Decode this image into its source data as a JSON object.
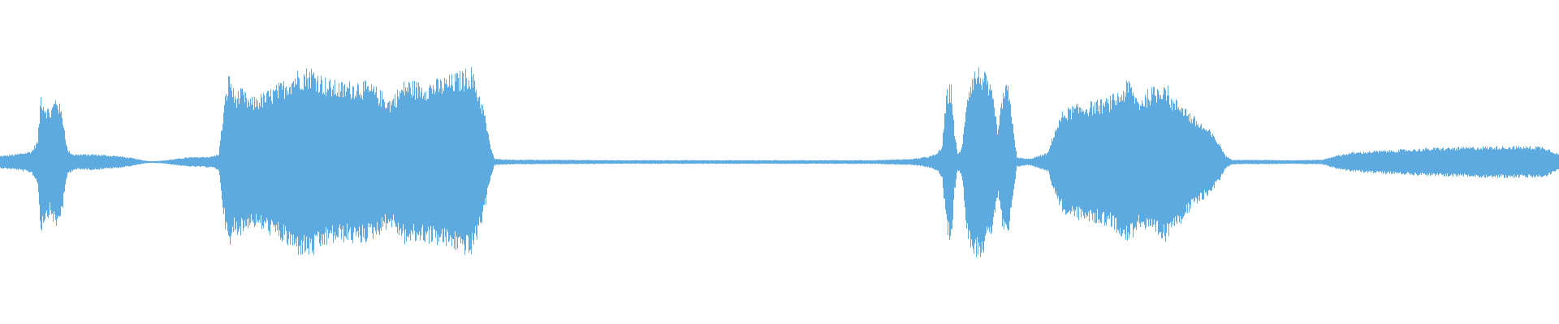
{
  "waveform": {
    "color": "#5DAAE0",
    "background": "#FFFFFF",
    "amplitude_envelope": [
      [
        0.0,
        0.04
      ],
      [
        0.01,
        0.05
      ],
      [
        0.02,
        0.07
      ],
      [
        0.024,
        0.14
      ],
      [
        0.026,
        0.45
      ],
      [
        0.028,
        0.38
      ],
      [
        0.032,
        0.33
      ],
      [
        0.036,
        0.43
      ],
      [
        0.04,
        0.3
      ],
      [
        0.043,
        0.08
      ],
      [
        0.047,
        0.05
      ],
      [
        0.06,
        0.05
      ],
      [
        0.075,
        0.04
      ],
      [
        0.085,
        0.025
      ],
      [
        0.092,
        0.01
      ],
      [
        0.097,
        0.005
      ],
      [
        0.105,
        0.01
      ],
      [
        0.12,
        0.03
      ],
      [
        0.135,
        0.035
      ],
      [
        0.14,
        0.05
      ],
      [
        0.144,
        0.4
      ],
      [
        0.147,
        0.58
      ],
      [
        0.15,
        0.44
      ],
      [
        0.155,
        0.46
      ],
      [
        0.16,
        0.4
      ],
      [
        0.17,
        0.44
      ],
      [
        0.18,
        0.5
      ],
      [
        0.19,
        0.58
      ],
      [
        0.2,
        0.6
      ],
      [
        0.21,
        0.52
      ],
      [
        0.22,
        0.5
      ],
      [
        0.23,
        0.52
      ],
      [
        0.24,
        0.48
      ],
      [
        0.25,
        0.4
      ],
      [
        0.26,
        0.52
      ],
      [
        0.27,
        0.5
      ],
      [
        0.28,
        0.52
      ],
      [
        0.29,
        0.55
      ],
      [
        0.298,
        0.58
      ],
      [
        0.302,
        0.6
      ],
      [
        0.306,
        0.48
      ],
      [
        0.31,
        0.35
      ],
      [
        0.314,
        0.12
      ],
      [
        0.317,
        0.02
      ],
      [
        0.33,
        0.015
      ],
      [
        0.4,
        0.012
      ],
      [
        0.5,
        0.012
      ],
      [
        0.56,
        0.012
      ],
      [
        0.585,
        0.02
      ],
      [
        0.595,
        0.035
      ],
      [
        0.6,
        0.05
      ],
      [
        0.604,
        0.1
      ],
      [
        0.607,
        0.45
      ],
      [
        0.61,
        0.5
      ],
      [
        0.612,
        0.2
      ],
      [
        0.614,
        0.05
      ],
      [
        0.617,
        0.1
      ],
      [
        0.62,
        0.45
      ],
      [
        0.624,
        0.58
      ],
      [
        0.628,
        0.6
      ],
      [
        0.632,
        0.55
      ],
      [
        0.636,
        0.45
      ],
      [
        0.64,
        0.2
      ],
      [
        0.643,
        0.45
      ],
      [
        0.646,
        0.5
      ],
      [
        0.649,
        0.3
      ],
      [
        0.652,
        0.03
      ],
      [
        0.66,
        0.02
      ],
      [
        0.666,
        0.04
      ],
      [
        0.672,
        0.06
      ],
      [
        0.676,
        0.2
      ],
      [
        0.682,
        0.33
      ],
      [
        0.69,
        0.36
      ],
      [
        0.7,
        0.38
      ],
      [
        0.71,
        0.4
      ],
      [
        0.718,
        0.45
      ],
      [
        0.724,
        0.52
      ],
      [
        0.73,
        0.4
      ],
      [
        0.737,
        0.46
      ],
      [
        0.742,
        0.48
      ],
      [
        0.747,
        0.52
      ],
      [
        0.752,
        0.4
      ],
      [
        0.758,
        0.38
      ],
      [
        0.764,
        0.3
      ],
      [
        0.77,
        0.25
      ],
      [
        0.776,
        0.2
      ],
      [
        0.782,
        0.12
      ],
      [
        0.786,
        0.04
      ],
      [
        0.79,
        0.015
      ],
      [
        0.83,
        0.012
      ],
      [
        0.848,
        0.015
      ],
      [
        0.856,
        0.04
      ],
      [
        0.866,
        0.06
      ],
      [
        0.88,
        0.07
      ],
      [
        0.9,
        0.08
      ],
      [
        0.92,
        0.09
      ],
      [
        0.94,
        0.095
      ],
      [
        0.96,
        0.1
      ],
      [
        0.98,
        0.1
      ],
      [
        0.99,
        0.1
      ],
      [
        0.996,
        0.07
      ],
      [
        1.0,
        0.05
      ]
    ]
  }
}
